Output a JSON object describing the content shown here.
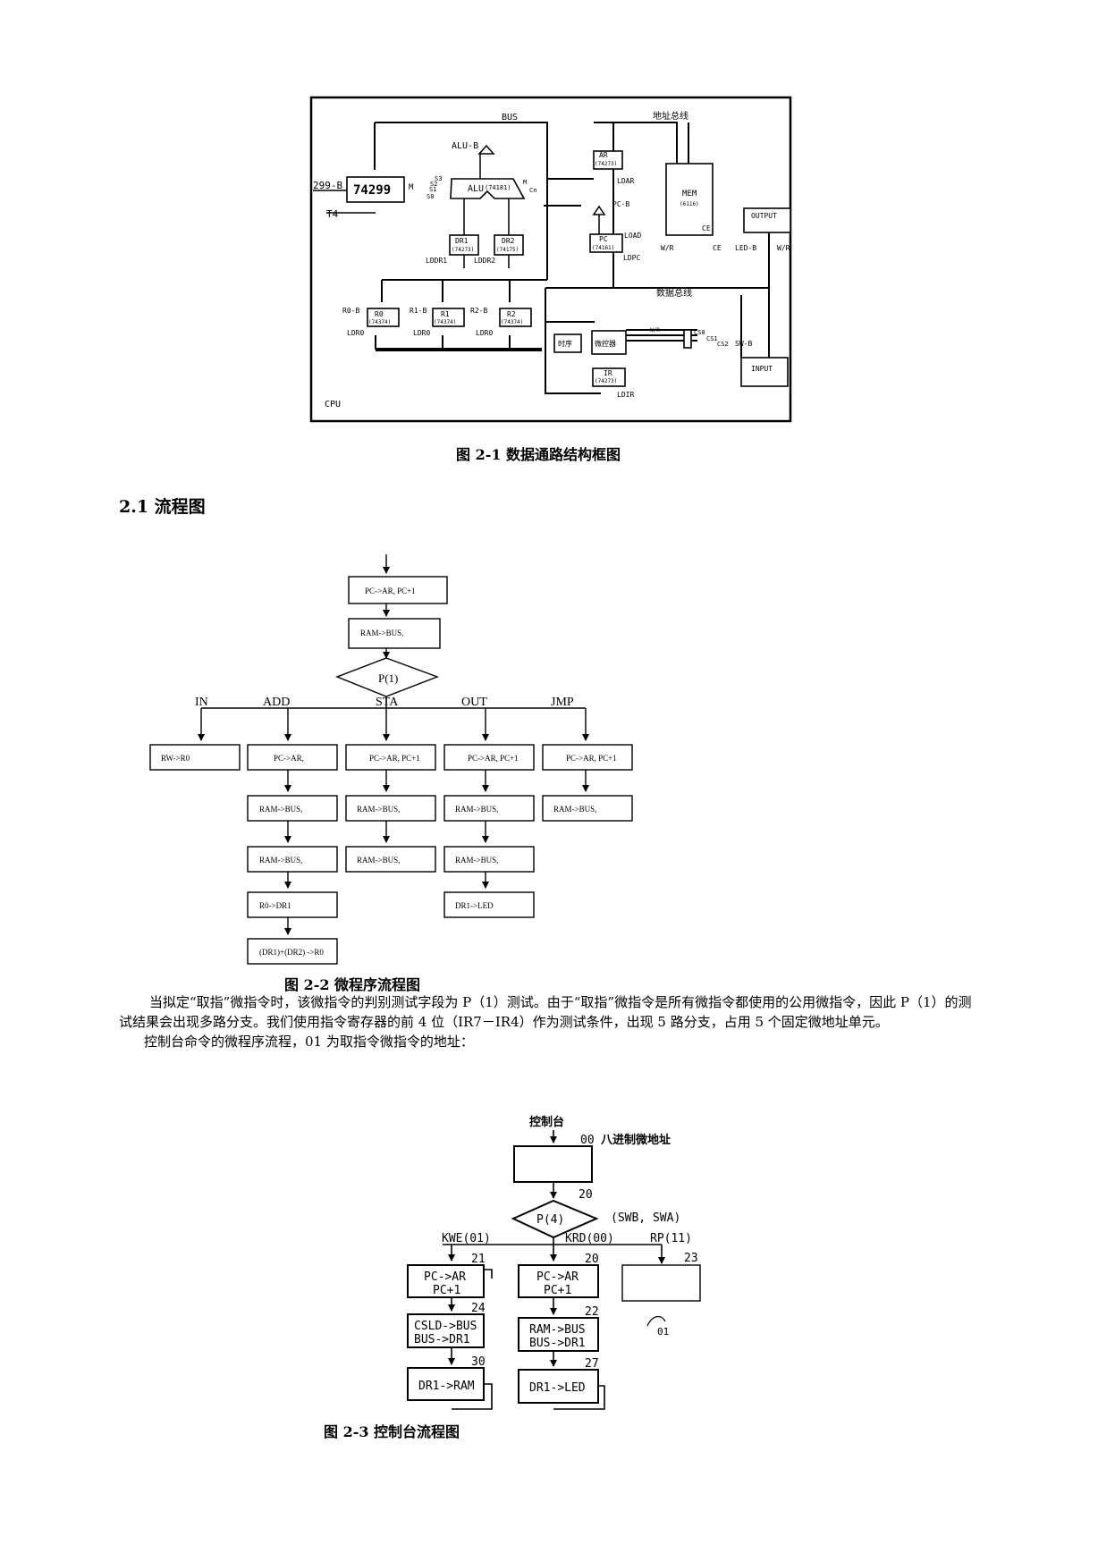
{
  "figure1": {
    "caption": "图 2-1     数据通路结构框图",
    "labels": {
      "bus": "BUS",
      "addr_bus": "地址总线",
      "data_bus": "数据总线",
      "cpu": "CPU",
      "alu_b": "ALU-B",
      "alu": "ALU",
      "alu_chip": "(74181)",
      "s3": "S3",
      "s2": "S2",
      "s1": "S1",
      "s0": "S0",
      "m": "M",
      "cn": "Cn",
      "shifter": "74299",
      "shifter_m": "M",
      "b299": "299-B",
      "t4": "T4",
      "dr1": "DR1",
      "dr2": "DR2",
      "dr_chip": "(74273)",
      "dr2_chip": "(74175)",
      "lddr1": "LDDR1",
      "lddr2": "LDDR2",
      "r0_b": "R0-B",
      "r1_b": "R1-B",
      "r2_b": "R2-B",
      "r0": "R0",
      "r1": "R1",
      "r2": "R2",
      "r_chip": "(74374)",
      "ldr0": "LDR0",
      "ar": "AR",
      "ar_chip": "(74273)",
      "ldar": "LDAR",
      "pc_b": "PC-B",
      "pc": "PC",
      "pc_chip": "(74161)",
      "load": "LOAD",
      "ldpc": "LDPC",
      "mem": "MEM",
      "mem_chip": "(6116)",
      "wr": "W/R",
      "ce": "CE",
      "output": "OUTPUT",
      "led_b": "LED-B",
      "sequencer": "时序",
      "micro_ctrl": "微控器",
      "ir": "IR",
      "ir_chip": "(74273)",
      "ldir": "LDIR",
      "cs0": "CS0",
      "cs1": "CS1",
      "cs2": "CS2",
      "sw_b": "SW-B",
      "input": "INPUT"
    }
  },
  "section_heading": "2.1 流程图",
  "figure2": {
    "caption": "图 2-2  微程序流程图",
    "fetch": [
      "PC->AR, PC+1",
      "RAM->BUS,"
    ],
    "decision": "P(1)",
    "branches": [
      {
        "label": "IN",
        "steps": [
          "RW->R0"
        ]
      },
      {
        "label": "ADD",
        "steps": [
          "PC->AR,",
          "RAM->BUS,",
          "RAM->BUS,",
          "R0->DR1",
          "(DR1)+(DR2) ->R0"
        ]
      },
      {
        "label": "STA",
        "steps": [
          "PC->AR, PC+1",
          "RAM->BUS,",
          "RAM->BUS,"
        ]
      },
      {
        "label": "OUT",
        "steps": [
          "PC->AR, PC+1",
          "RAM->BUS,",
          "RAM->BUS,",
          "DR1->LED"
        ]
      },
      {
        "label": "JMP",
        "steps": [
          "PC->AR, PC+1",
          "RAM->BUS,"
        ]
      }
    ]
  },
  "paragraph": [
    "当拟定“取指”微指令时，该微指令的判别测试字段为 P（1）测试。由于“取指”微指令是所有微指令都使用的公用微指令，因此 P（1）的测试结果会出现多路分支。我们使用指令寄存器的前 4 位（IR7－IR4）作为测试条件，出现 5 路分支，占用 5 个固定微地址单元。",
    "控制台命令的微程序流程，01 为取指令微指令的地址："
  ],
  "figure3": {
    "caption": "图 2-3  控制台流程图",
    "entry": "控制台",
    "entry_addr": "00",
    "addr_note": "八进制微地址",
    "addr_20": "20",
    "decision": "P(4)",
    "switch_note": "(SWB, SWA)",
    "branches": {
      "kwe": "KWE(01)",
      "krd": "KRD(00)",
      "rp": "RP(11)"
    },
    "left": [
      {
        "addr": "21",
        "lines": [
          "PC->AR",
          "PC+1"
        ]
      },
      {
        "addr": "24",
        "lines": [
          "CSLD->BUS",
          "BUS->DR1"
        ]
      },
      {
        "addr": "30",
        "lines": [
          "DR1->RAM"
        ]
      }
    ],
    "mid": [
      {
        "addr": "20",
        "lines": [
          "PC->AR",
          "PC+1"
        ]
      },
      {
        "addr": "22",
        "lines": [
          "RAM->BUS",
          "BUS->DR1"
        ]
      },
      {
        "addr": "27",
        "lines": [
          "DR1->LED"
        ]
      }
    ],
    "right": {
      "addr": "23",
      "return_addr": "01"
    }
  }
}
